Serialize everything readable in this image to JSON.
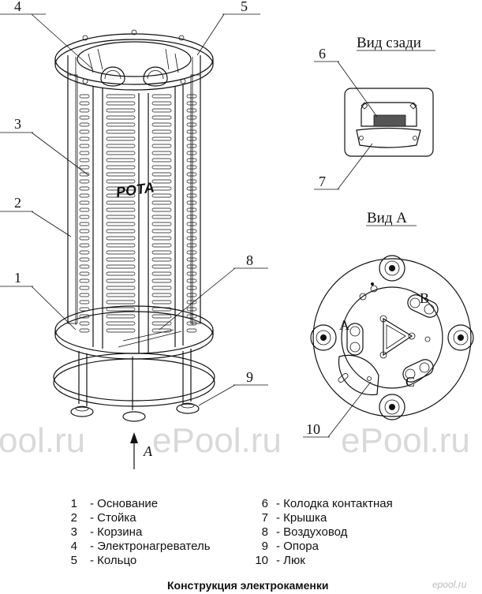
{
  "labels": {
    "n1": "1",
    "n2": "2",
    "n3": "3",
    "n4": "4",
    "n5": "5",
    "n6": "6",
    "n7": "7",
    "n8": "8",
    "n9": "9",
    "n10": "10"
  },
  "views": {
    "rear": "Вид сзади",
    "a": "Вид А",
    "arrow": "А"
  },
  "phases": {
    "a": "A",
    "b": "B",
    "c": "C"
  },
  "logo_text": "POTA",
  "legend_left": [
    {
      "num": "1",
      "text": "- Основание"
    },
    {
      "num": "2",
      "text": "- Стойка"
    },
    {
      "num": "3",
      "text": "- Корзина"
    },
    {
      "num": "4",
      "text": "- Электронагреватель"
    },
    {
      "num": "5",
      "text": "- Кольцо"
    }
  ],
  "legend_right": [
    {
      "num": "6",
      "text": "- Колодка контактная"
    },
    {
      "num": "7",
      "text": "- Крышка"
    },
    {
      "num": "8",
      "text": "- Воздуховод"
    },
    {
      "num": "9",
      "text": "- Опора"
    },
    {
      "num": "10",
      "text": "- Люк"
    }
  ],
  "caption": "Конструкция электрокаменки",
  "watermark": {
    "main": "ePool.ru",
    "left": "ool.ru",
    "corner": "epool.ru"
  }
}
